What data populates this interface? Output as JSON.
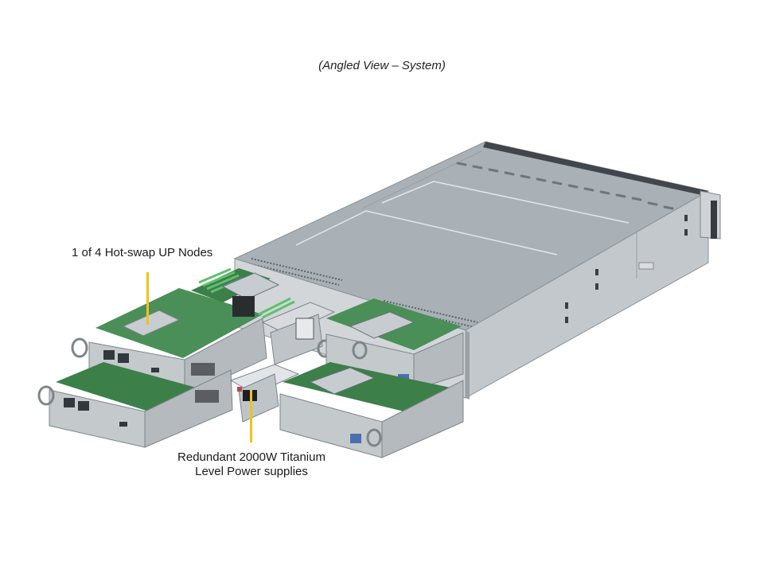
{
  "figure": {
    "title": "(Angled View – System)",
    "subject": "2U 4-node server chassis, angled view"
  },
  "annotations": [
    {
      "id": "nodes",
      "text": "1 of 4 Hot-swap UP Nodes",
      "callout_color": "#f2c21b"
    },
    {
      "id": "psu",
      "lines": [
        "Redundant  2000W Titanium",
        "Level Power supplies"
      ],
      "callout_color": "#f2c21b"
    }
  ],
  "colors": {
    "chassis_top": "#a9b1b7",
    "chassis_side": "#c3c8cc",
    "pcb_green": "#3f8a4f",
    "dimm_green": "#58b46a",
    "callout": "#f2c21b"
  }
}
